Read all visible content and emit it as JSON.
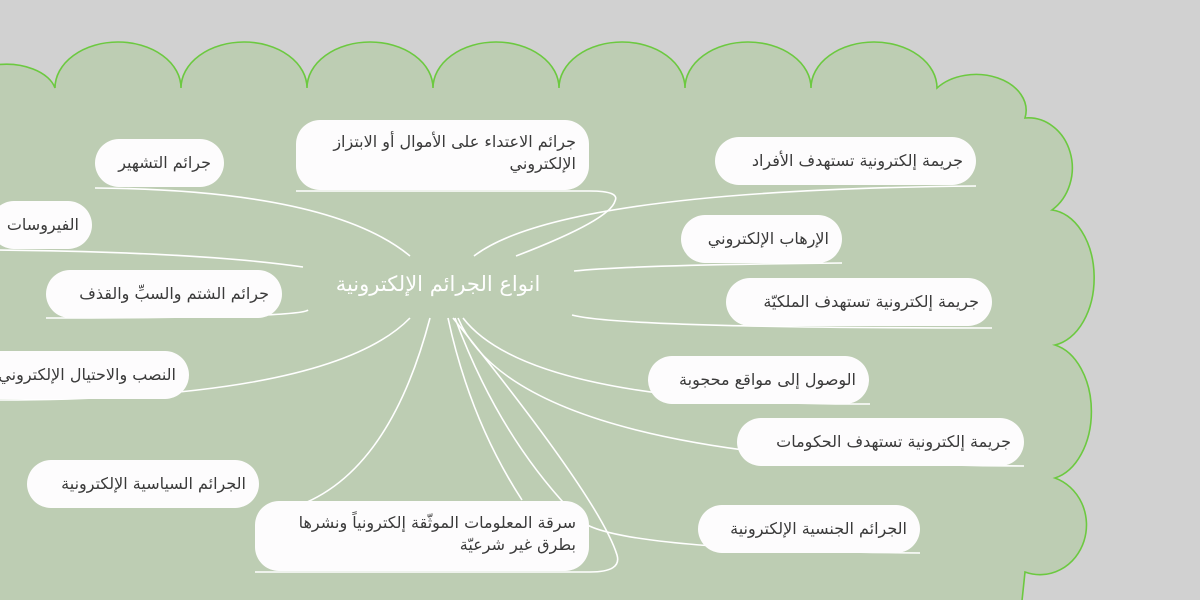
{
  "colors": {
    "background": "#d1d1d1",
    "cloud_fill": "#bdcdb3",
    "cloud_border": "#6cc940",
    "node_fill": "#fdfcfd",
    "connector": "#ffffff"
  },
  "central_topic": "انواع الجرائم الإلكترونية",
  "right_branches": [
    "جريمة إلكترونية تستهدف الأفراد",
    "الإرهاب الإلكتروني",
    "جريمة إلكترونية تستهدف الملكيّة",
    "الوصول إلى مواقع محجوبة",
    "جريمة إلكترونية تستهدف الحكومات",
    "الجرائم الجنسية الإلكترونية"
  ],
  "left_branches": [
    "جرائم التشهير",
    "الفيروسات",
    "جرائم الشتم والسبِّ والقذف",
    "النصب والاحتيال الإلكتروني",
    "الجرائم السياسية الإلكترونية"
  ],
  "top_branch": "جرائم الاعتداء على الأموال أو الابتزاز الإلكتروني",
  "bottom_branch": "سرقة المعلومات الموثّقة إلكترونياً ونشرها بطرق غير شرعيّة"
}
